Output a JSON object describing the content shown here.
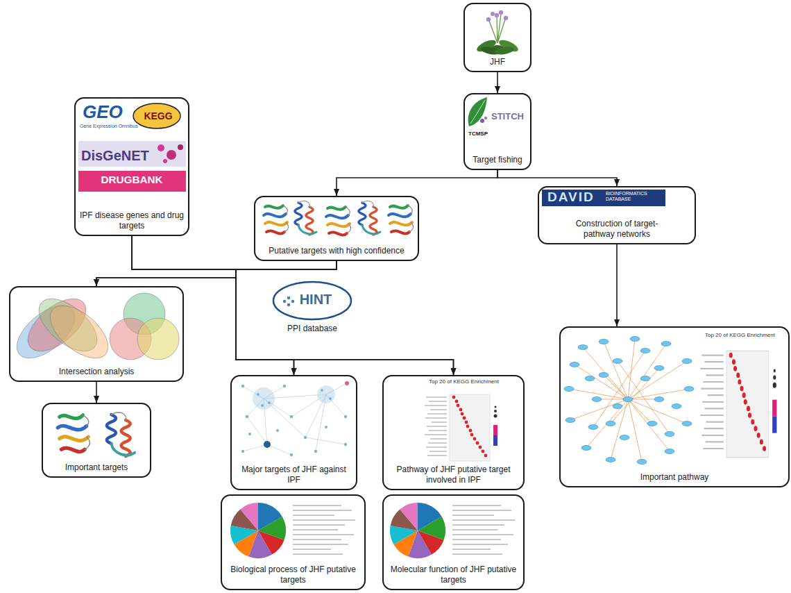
{
  "diagram": {
    "nodes": [
      {
        "text": [
          "JHF"
        ]
      },
      {
        "text": [
          "TCMSP",
          "STITCH",
          "Target fishing"
        ]
      },
      {
        "text": [
          "GEO",
          "Gene Expression Omnibus",
          "KEGG",
          "DisGeNET",
          "DRUGBANK",
          "IPF disease genes and drug targets"
        ]
      },
      {
        "text": [
          "Putative targets with high confidence"
        ]
      },
      {
        "text": [
          "DAVID",
          "BIOINFORMATICS DATABASE",
          "Construction of target- pathway networks"
        ]
      },
      {
        "text": [
          "Important pathway"
        ]
      },
      {
        "text": [
          "Intersection analysis"
        ]
      },
      {
        "text": [
          "Important targets"
        ]
      },
      {
        "text": [
          "HINT",
          "PPI database"
        ]
      },
      {
        "text": [
          "Major targets of JHF against IPF"
        ]
      },
      {
        "text": [
          "Pathway of JHF putative target involved in IPF"
        ]
      },
      {
        "text": [
          "Biological process of JHF putative targets"
        ]
      },
      {
        "text": [
          "Molecular function of JHF putative targets"
        ]
      }
    ],
    "edges": [
      {
        "from": 0,
        "to": 1,
        "arrow": "to"
      },
      {
        "from": 1,
        "to": 3,
        "arrow": "to"
      },
      {
        "from": 1,
        "to": 4,
        "arrow": "to"
      },
      {
        "from": 2,
        "to": 6,
        "arrow": "to"
      },
      {
        "from": 3,
        "to": 6,
        "arrow": "to"
      },
      {
        "from": 2,
        "to": 9,
        "arrow": "to"
      },
      {
        "from": 3,
        "to": 9,
        "arrow": "to"
      },
      {
        "from": 2,
        "to": 10,
        "arrow": "to"
      },
      {
        "from": 3,
        "to": 10,
        "arrow": "to"
      },
      {
        "from": 6,
        "to": 7,
        "arrow": "to"
      },
      {
        "from": 4,
        "to": 5,
        "arrow": "to"
      }
    ],
    "labels": [
      "Top 20 of KEGG Enrichment",
      "Top 20 of KEGG Enrichment"
    ]
  }
}
